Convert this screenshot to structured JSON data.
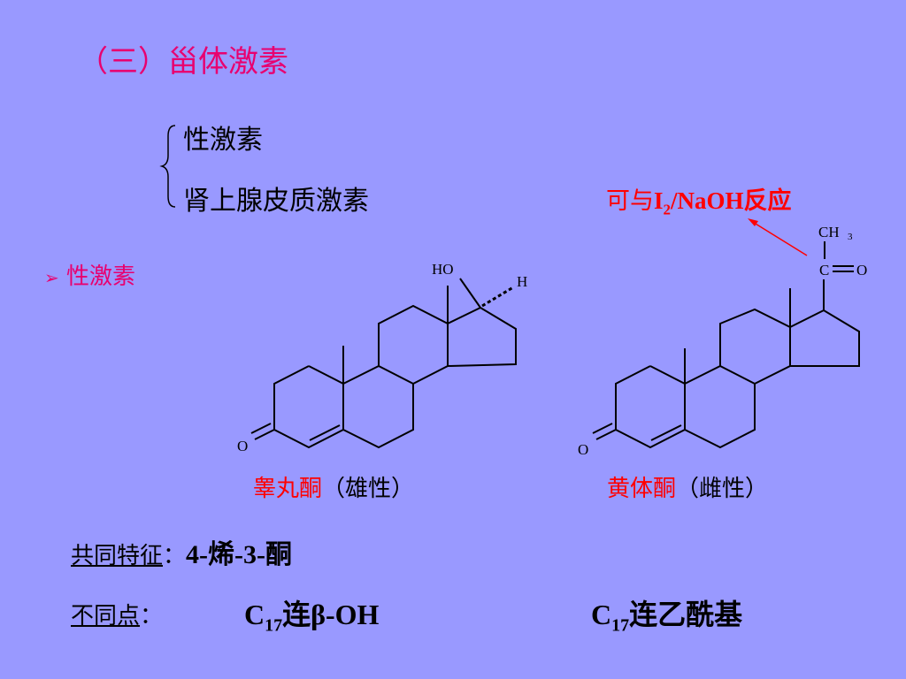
{
  "slide": {
    "title": "（三）甾体激素",
    "list": {
      "item1": "性激素",
      "item2": "肾上腺皮质激素"
    },
    "bullet_marker": "➢",
    "bullet_text": "性激素",
    "reaction_note": {
      "prefix": "可与",
      "i": "I",
      "sub2": "2",
      "rest": "/NaOH反应"
    },
    "molecule1": {
      "name": "睾丸酮",
      "gender": "（雄性）",
      "labels": {
        "oh": "HO",
        "h": "H",
        "o": "O"
      }
    },
    "molecule2": {
      "name": "黄体酮",
      "gender": "（雌性）",
      "labels": {
        "ch": "CH",
        "ch_sub": "3",
        "c": "C",
        "o_ketone": "O",
        "o": "O"
      }
    },
    "common": {
      "label": "共同特征",
      "colon": "：",
      "value": "4-烯-3-酮"
    },
    "diff": {
      "label": "不同点",
      "colon": "：",
      "a_c": "C",
      "a_sub": "17",
      "a_rest": "连β-OH",
      "b_c": "C",
      "b_sub": "17",
      "b_rest": "连乙酰基"
    },
    "colors": {
      "background": "#9999ff",
      "title": "#e8006f",
      "name": "#ff0000",
      "arrow": "#ff0000"
    }
  }
}
